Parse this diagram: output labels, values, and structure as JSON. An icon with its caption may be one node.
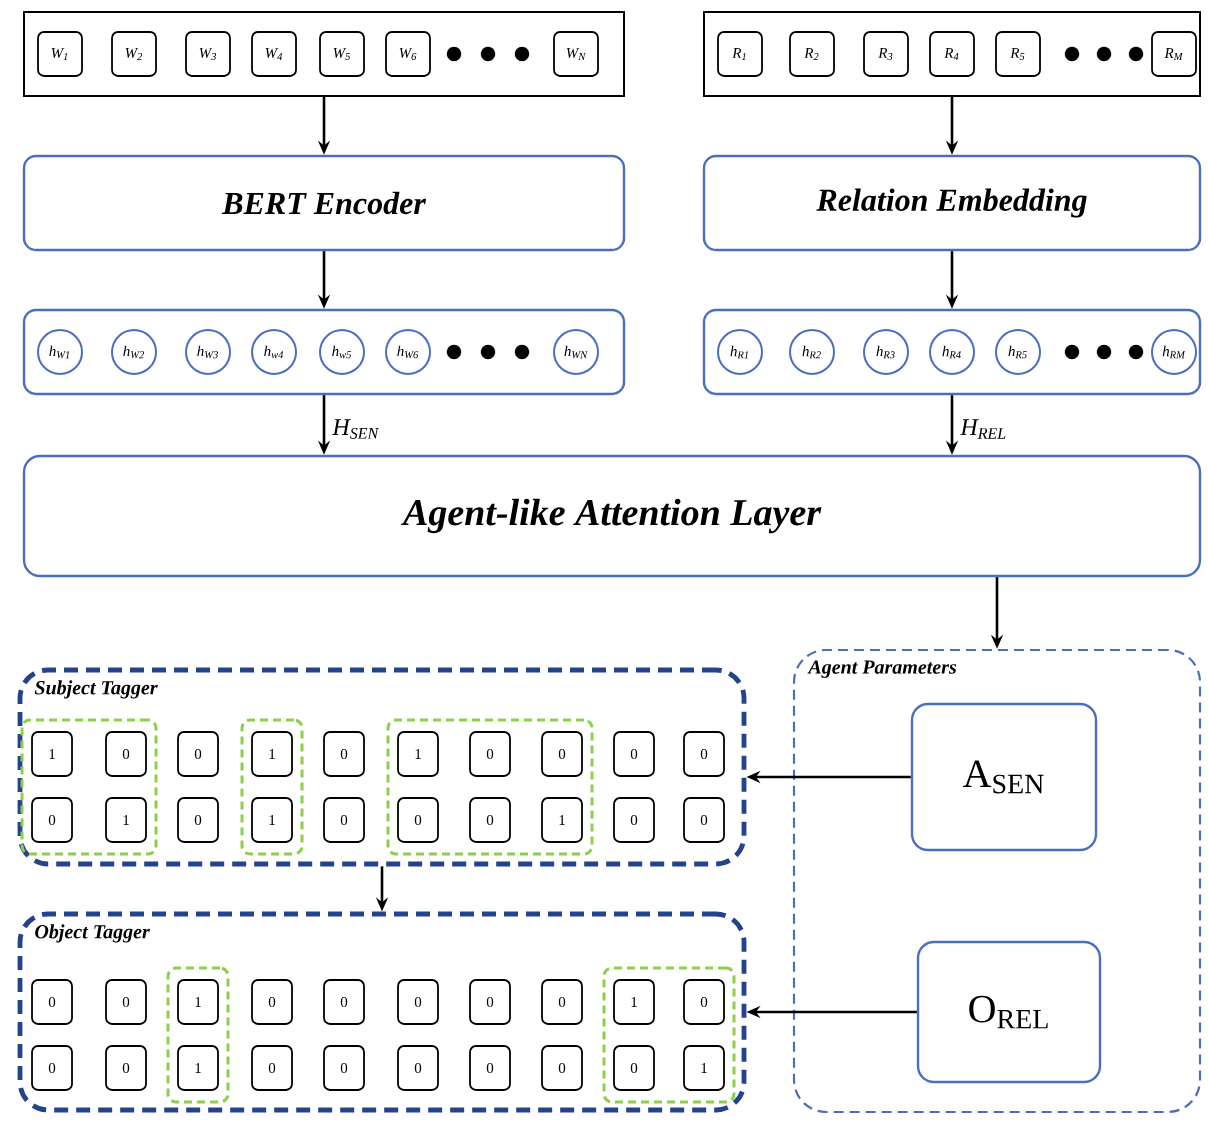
{
  "diagram": {
    "nodes": [
      {
        "text": [],
        "shape": "box"
      },
      {
        "text": [
          "W$_{1}$"
        ],
        "in": 0
      },
      {
        "text": [
          "W$_{2}$"
        ],
        "in": 0
      },
      {
        "text": [
          "W$_{3}$"
        ],
        "in": 0
      },
      {
        "text": [
          "W$_{4}$"
        ],
        "in": 0
      },
      {
        "text": [
          "W$_{5}$"
        ],
        "in": 0
      },
      {
        "text": [
          "W$_{6}$"
        ],
        "in": 0
      },
      {
        "text": [
          "W$_{N}$"
        ],
        "in": 0
      },
      {
        "text": [],
        "shape": "box"
      },
      {
        "text": [
          "R$_{1}$"
        ],
        "in": 8
      },
      {
        "text": [
          "R$_{2}$"
        ],
        "in": 8
      },
      {
        "text": [
          "R$_{3}$"
        ],
        "in": 8
      },
      {
        "text": [
          "R$_{4}$"
        ],
        "in": 8
      },
      {
        "text": [
          "R$_{5}$"
        ],
        "in": 8
      },
      {
        "text": [
          "R$_{M}$"
        ],
        "in": 8
      },
      {
        "text": [
          "BERT Encoder"
        ]
      },
      {
        "text": [
          "Relation Embedding"
        ]
      },
      {
        "text": [],
        "shape": "box"
      },
      {
        "text": [
          "h$_{W1}$"
        ],
        "in": 17
      },
      {
        "text": [
          "h$_{W2}$"
        ],
        "in": 17
      },
      {
        "text": [
          "h$_{W3}$"
        ],
        "in": 17
      },
      {
        "text": [
          "h$_{w4}$"
        ],
        "in": 17
      },
      {
        "text": [
          "h$_{w5}$"
        ],
        "in": 17
      },
      {
        "text": [
          "h$_{W6}$"
        ],
        "in": 17
      },
      {
        "text": [
          "h$_{WN}$"
        ],
        "in": 17
      },
      {
        "text": [],
        "shape": "box"
      },
      {
        "text": [
          "h$_{R1}$"
        ],
        "in": 25
      },
      {
        "text": [
          "h$_{R2}$"
        ],
        "in": 25
      },
      {
        "text": [
          "h$_{R3}$"
        ],
        "in": 25
      },
      {
        "text": [
          "h$_{R4}$"
        ],
        "in": 25
      },
      {
        "text": [
          "h$_{R5}$"
        ],
        "in": 25
      },
      {
        "text": [
          "h$_{RM}$"
        ],
        "in": 25
      },
      {
        "text": [
          "Agent-like Attention Layer"
        ]
      },
      {
        "text": [
          "Subject Tagger"
        ]
      },
      {
        "text": [],
        "shape": "box",
        "in": 33
      },
      {
        "text": [],
        "shape": "box",
        "in": 33
      },
      {
        "text": [],
        "shape": "box",
        "in": 33
      },
      {
        "text": [
          "1"
        ],
        "in": 34
      },
      {
        "text": [
          "0"
        ],
        "in": 34
      },
      {
        "text": [
          "0"
        ],
        "in": 33
      },
      {
        "text": [
          "1"
        ],
        "in": 35
      },
      {
        "text": [
          "0"
        ],
        "in": 33
      },
      {
        "text": [
          "1"
        ],
        "in": 36
      },
      {
        "text": [
          "0"
        ],
        "in": 36
      },
      {
        "text": [
          "0"
        ],
        "in": 36
      },
      {
        "text": [
          "0"
        ],
        "in": 33
      },
      {
        "text": [
          "0"
        ],
        "in": 33
      },
      {
        "text": [
          "0"
        ],
        "in": 34
      },
      {
        "text": [
          "1"
        ],
        "in": 34
      },
      {
        "text": [
          "0"
        ],
        "in": 33
      },
      {
        "text": [
          "1"
        ],
        "in": 35
      },
      {
        "text": [
          "0"
        ],
        "in": 33
      },
      {
        "text": [
          "0"
        ],
        "in": 36
      },
      {
        "text": [
          "0"
        ],
        "in": 36
      },
      {
        "text": [
          "1"
        ],
        "in": 36
      },
      {
        "text": [
          "0"
        ],
        "in": 33
      },
      {
        "text": [
          "0"
        ],
        "in": 33
      },
      {
        "text": [
          "Object Tagger"
        ]
      },
      {
        "text": [],
        "shape": "box",
        "in": 57
      },
      {
        "text": [],
        "shape": "box",
        "in": 57
      },
      {
        "text": [
          "0"
        ],
        "in": 57
      },
      {
        "text": [
          "0"
        ],
        "in": 57
      },
      {
        "text": [
          "1"
        ],
        "in": 58
      },
      {
        "text": [
          "0"
        ],
        "in": 57
      },
      {
        "text": [
          "0"
        ],
        "in": 57
      },
      {
        "text": [
          "0"
        ],
        "in": 57
      },
      {
        "text": [
          "0"
        ],
        "in": 57
      },
      {
        "text": [
          "0"
        ],
        "in": 57
      },
      {
        "text": [
          "1"
        ],
        "in": 59
      },
      {
        "text": [
          "0"
        ],
        "in": 59
      },
      {
        "text": [
          "0"
        ],
        "in": 57
      },
      {
        "text": [
          "0"
        ],
        "in": 57
      },
      {
        "text": [
          "1"
        ],
        "in": 58
      },
      {
        "text": [
          "0"
        ],
        "in": 57
      },
      {
        "text": [
          "0"
        ],
        "in": 57
      },
      {
        "text": [
          "0"
        ],
        "in": 57
      },
      {
        "text": [
          "0"
        ],
        "in": 57
      },
      {
        "text": [
          "0"
        ],
        "in": 57
      },
      {
        "text": [
          "0"
        ],
        "in": 59
      },
      {
        "text": [
          "1"
        ],
        "in": 59
      },
      {
        "text": [
          "Agent Parameters"
        ]
      },
      {
        "text": [
          "A$_{SEN}$"
        ],
        "in": 80
      },
      {
        "text": [
          "O$_{REL}$"
        ],
        "in": 80
      }
    ],
    "edges": [
      {
        "from": 0,
        "to": 15,
        "arrow": "to"
      },
      {
        "from": 15,
        "to": 17,
        "arrow": "to"
      },
      {
        "from": 8,
        "to": 16,
        "arrow": "to"
      },
      {
        "from": 16,
        "to": 25,
        "arrow": "to"
      },
      {
        "from": 17,
        "to": 32,
        "arrow": "to",
        "label": "H$_{SEN}$"
      },
      {
        "from": 25,
        "to": 32,
        "arrow": "to",
        "label": "H$_{REL}$"
      },
      {
        "from": 32,
        "to": 80,
        "arrow": "to"
      },
      {
        "from": 81,
        "to": 33,
        "arrow": "to"
      },
      {
        "from": 82,
        "to": 57,
        "arrow": "to"
      },
      {
        "from": 33,
        "to": 57,
        "arrow": "to"
      }
    ]
  }
}
